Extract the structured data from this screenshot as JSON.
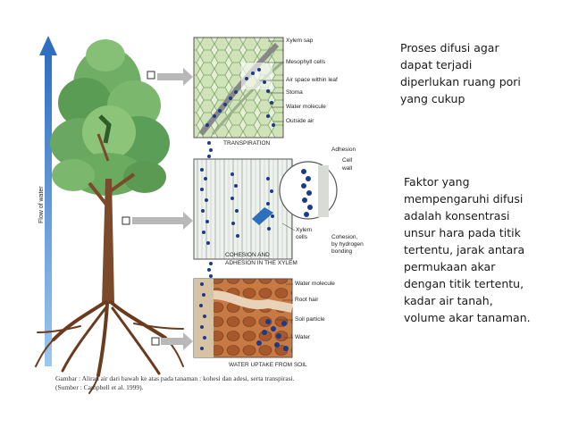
{
  "diagram": {
    "flow_label": "Flow of water",
    "panels": {
      "transpiration": {
        "title": "TRANSPIRATION",
        "labels": [
          "Xylem sap",
          "Mesophyll cells",
          "Air space within leaf",
          "Stoma",
          "Water molecule",
          "Outside air"
        ]
      },
      "cohesion": {
        "title_line1": "COHESION AND",
        "title_line2": "ADHESION IN THE XYLEM",
        "labels": [
          "Adhesion",
          "Cell",
          "wall",
          "Xylem",
          "cells",
          "Cohesion,",
          "by hydrogen",
          "bonding"
        ]
      },
      "uptake": {
        "title": "WATER UPTAKE FROM SOIL",
        "labels": [
          "Water molecule",
          "Root hair",
          "Soil particle",
          "Water"
        ]
      }
    },
    "caption_line1": "Gambar : Aliran air dari bawah ke atas pada tanaman : kohesi dan adesi, serta transpirasi.",
    "caption_line2": "(Sumber : Campbell et al. 1999)."
  },
  "text_block_1": {
    "lines": [
      "Proses difusi agar",
      "dapat terjadi",
      "diperlukan ruang pori",
      "yang cukup"
    ]
  },
  "text_block_2": {
    "lines": [
      "Faktor yang",
      "mempengaruhi difusi",
      "adalah konsentrasi",
      "unsur hara pada titik",
      "tertentu, jarak antara",
      "permukaan akar",
      "dengan titik tertentu,",
      "kadar air tanah,",
      "volume akar tanaman."
    ]
  },
  "colors": {
    "flow_arrow": "#3a78c8",
    "foliage": "#5a9e58",
    "trunk": "#7a4a2a",
    "water": "#1c3a8c",
    "soil": "#c0703a"
  }
}
